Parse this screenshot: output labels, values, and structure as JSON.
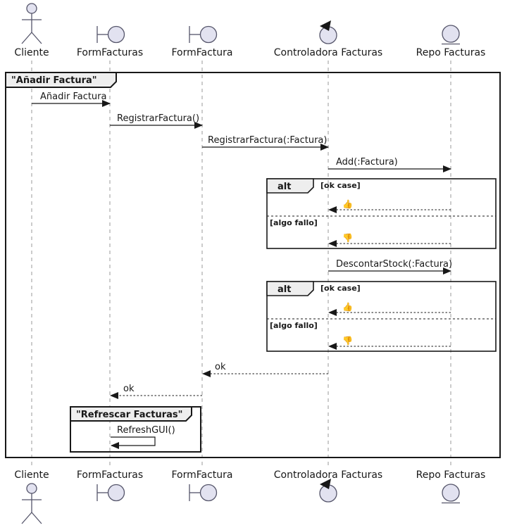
{
  "diagram": {
    "kind": "uml-sequence-diagram",
    "outer_frame_label": "\"Añadir Factura\"",
    "inner_frame_label": "\"Refrescar Facturas\""
  },
  "participants": [
    {
      "name": "Cliente",
      "icon": "actor-icon"
    },
    {
      "name": "FormFacturas",
      "icon": "boundary-icon"
    },
    {
      "name": "FormFactura",
      "icon": "boundary-icon"
    },
    {
      "name": "Controladora Facturas",
      "icon": "control-icon"
    },
    {
      "name": "Repo Facturas",
      "icon": "entity-icon"
    }
  ],
  "messages": [
    {
      "from": "Cliente",
      "to": "FormFacturas",
      "label": "Añadir Factura",
      "style": "solid"
    },
    {
      "from": "FormFacturas",
      "to": "FormFactura",
      "label": "RegistrarFactura()",
      "style": "solid"
    },
    {
      "from": "FormFactura",
      "to": "Controladora Facturas",
      "label": "RegistrarFactura(:Factura)",
      "style": "solid"
    },
    {
      "from": "Controladora Facturas",
      "to": "Repo Facturas",
      "label": "Add(:Factura)",
      "style": "solid"
    },
    {
      "from": "Repo Facturas",
      "to": "Controladora Facturas",
      "label": "👍",
      "style": "dashed-return"
    },
    {
      "from": "Repo Facturas",
      "to": "Controladora Facturas",
      "label": "👎",
      "style": "dashed-return"
    },
    {
      "from": "Controladora Facturas",
      "to": "Repo Facturas",
      "label": "DescontarStock(:Factura)",
      "style": "solid"
    },
    {
      "from": "Repo Facturas",
      "to": "Controladora Facturas",
      "label": "👍",
      "style": "dashed-return"
    },
    {
      "from": "Repo Facturas",
      "to": "Controladora Facturas",
      "label": "👎",
      "style": "dashed-return"
    },
    {
      "from": "Controladora Facturas",
      "to": "FormFactura",
      "label": "ok",
      "style": "dashed-return"
    },
    {
      "from": "FormFactura",
      "to": "FormFacturas",
      "label": "ok",
      "style": "dashed-return"
    },
    {
      "from": "FormFacturas",
      "to": "FormFacturas",
      "label": "RefreshGUI()",
      "style": "self"
    }
  ],
  "fragments": [
    {
      "operator": "alt",
      "guards": [
        "[ok case]",
        "[algo fallo]"
      ]
    },
    {
      "operator": "alt",
      "guards": [
        "[ok case]",
        "[algo fallo]"
      ]
    }
  ],
  "colors": {
    "participant_fill": "#E2E2F0",
    "line": "#181818",
    "lifeline": "#999999",
    "frame_tab_fill": "#EEEEEE",
    "background": "#FFFFFF"
  }
}
